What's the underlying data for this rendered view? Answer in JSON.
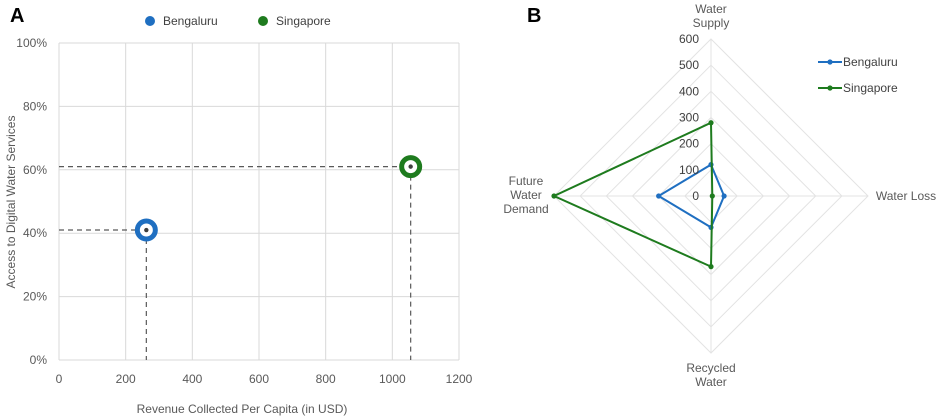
{
  "panels": {
    "a_label": "A",
    "b_label": "B"
  },
  "colors": {
    "bengaluru": "#1F6FC1",
    "singapore": "#1E7B1E",
    "grid": "#D9D9D9",
    "guide": "#595959"
  },
  "chart_data": [
    {
      "type": "scatter",
      "panel": "A",
      "xlabel": "Revenue Collected Per Capita (in USD)",
      "ylabel": "Access to Digital Water Services",
      "xlim": [
        0,
        1200
      ],
      "ylim": [
        0,
        100
      ],
      "xticks": [
        0,
        200,
        400,
        600,
        800,
        1000,
        1200
      ],
      "xtick_labels": [
        "0",
        "200",
        "400",
        "600",
        "800",
        "1000",
        "1200"
      ],
      "yticks": [
        0,
        20,
        40,
        60,
        80,
        100
      ],
      "ytick_labels": [
        "0%",
        "20%",
        "40%",
        "60%",
        "80%",
        "100%"
      ],
      "grid": true,
      "legend_position": "top",
      "guide_lines": "dashed",
      "series": [
        {
          "name": "Bengaluru",
          "color": "#1F6FC1",
          "x": [
            262
          ],
          "y": [
            41
          ]
        },
        {
          "name": "Singapore",
          "color": "#1E7B1E",
          "x": [
            1055
          ],
          "y": [
            61
          ]
        }
      ]
    },
    {
      "type": "radar",
      "panel": "B",
      "axes": [
        "Water Supply",
        "Water Loss",
        "Recycled Water",
        "Future Water Demand"
      ],
      "axis_label_lines": [
        [
          "Water",
          "Supply"
        ],
        [
          "Water Loss"
        ],
        [
          "Recycled",
          "Water"
        ],
        [
          "Future",
          "Water",
          "Demand"
        ]
      ],
      "rlim": [
        0,
        600
      ],
      "rticks": [
        0,
        100,
        200,
        300,
        400,
        500,
        600
      ],
      "rtick_labels": [
        "0",
        "100",
        "200",
        "300",
        "400",
        "500",
        "600"
      ],
      "legend_position": "top-right",
      "series": [
        {
          "name": "Bengaluru",
          "color": "#1F6FC1",
          "values": [
            120,
            50,
            120,
            200
          ]
        },
        {
          "name": "Singapore",
          "color": "#1E7B1E",
          "values": [
            280,
            5,
            270,
            600
          ]
        }
      ]
    }
  ]
}
